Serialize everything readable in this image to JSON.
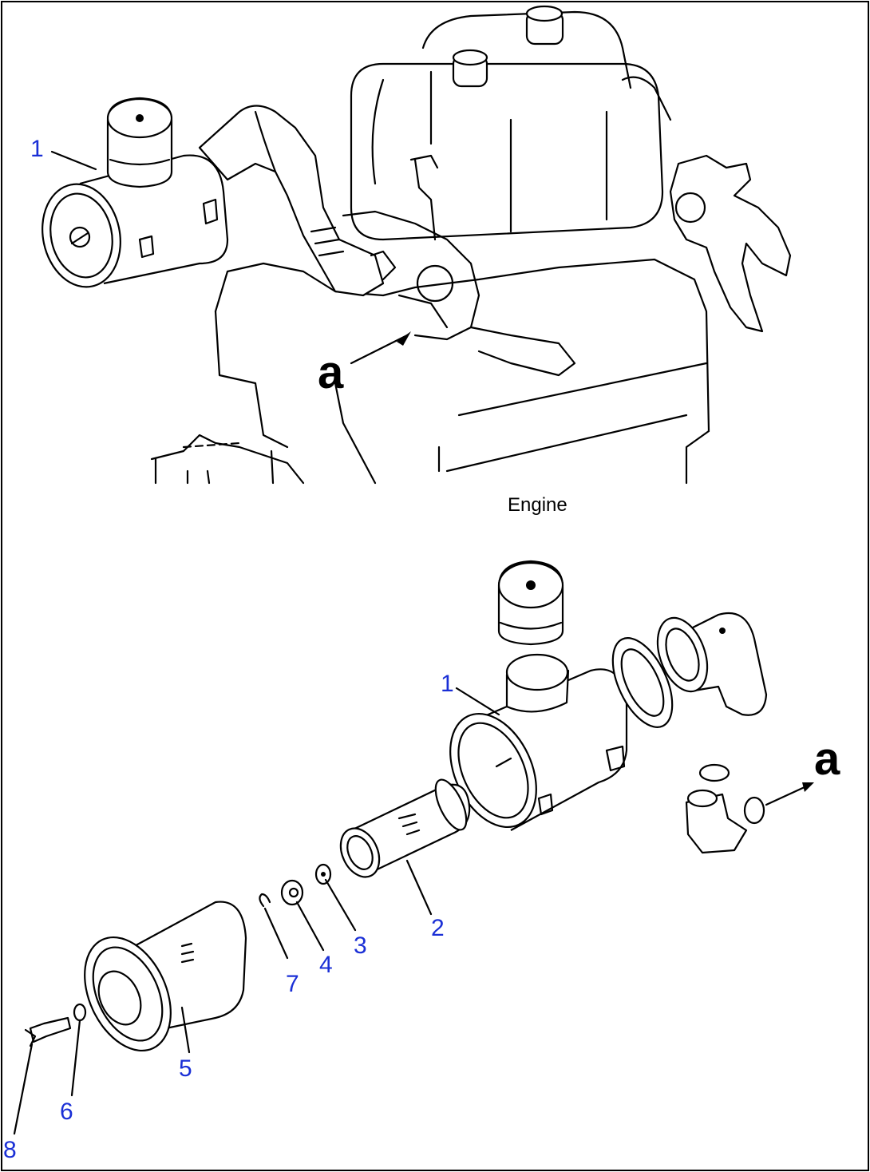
{
  "caption": "Engine",
  "reference_letter": "a",
  "callouts": {
    "top_1": "1",
    "bottom_1": "1",
    "n2": "2",
    "n3": "3",
    "n4": "4",
    "n5": "5",
    "n6": "6",
    "n7": "7",
    "n8": "8"
  },
  "colors": {
    "callout": "#1a2fd6",
    "line": "#000000",
    "background": "#ffffff"
  }
}
